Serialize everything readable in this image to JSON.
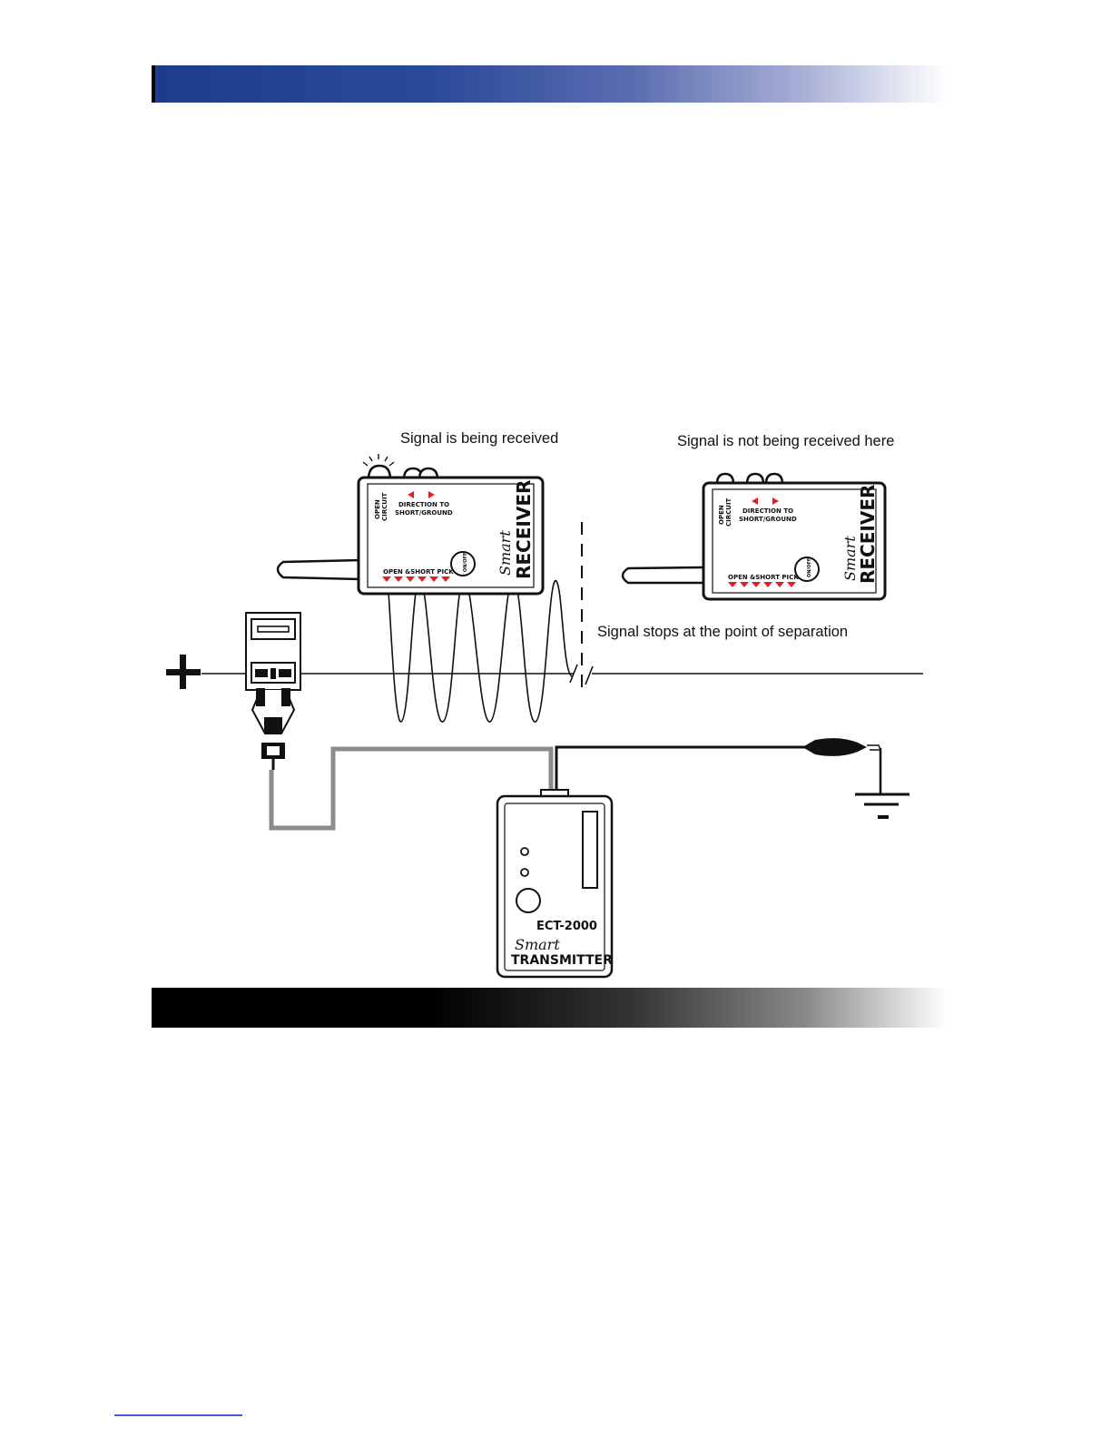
{
  "diagram": {
    "labels": {
      "signal_received": "Signal is being received",
      "signal_not_received": "Signal is not being received here",
      "signal_stops": "Signal stops at the point of separation"
    },
    "receiver": {
      "direction_text": "DIRECTION TO",
      "direction_text2": "SHORT/GROUND",
      "open_circuit_1": "OPEN",
      "open_circuit_2": "CIRCUIT",
      "pickup_text": "OPEN &SHORT PICK-UP",
      "button_text": "ON/OFF",
      "brand_script": "Smart",
      "brand_name": "RECEIVER"
    },
    "transmitter": {
      "model": "ECT-2000",
      "brand_script": "Smart",
      "brand_name": "TRANSMITTER"
    },
    "symbols": {
      "plus": "+",
      "minus": "-"
    }
  },
  "colors": {
    "header_gradient_start": "#1d3c8e",
    "arrow_red": "#e02020",
    "gray_wire": "#8c8c8c"
  }
}
